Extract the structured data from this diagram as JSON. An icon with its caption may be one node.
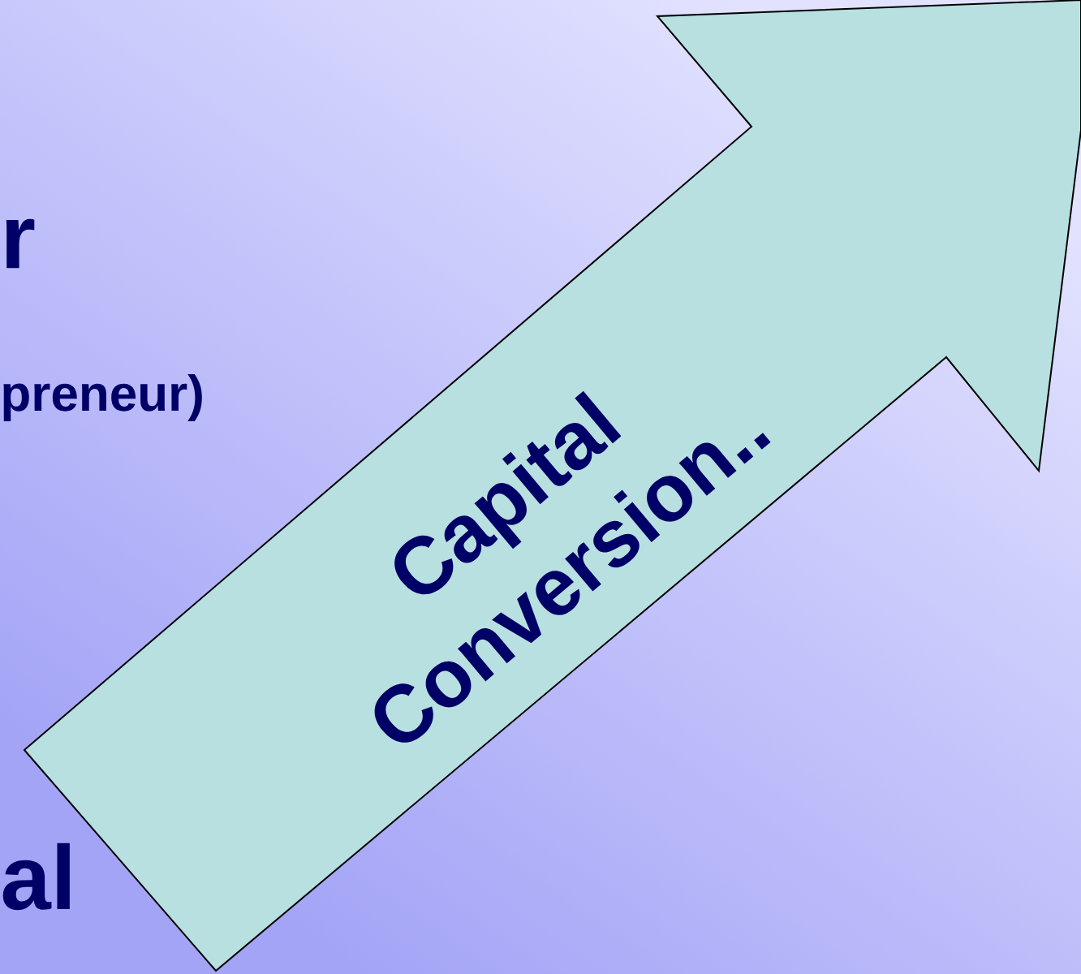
{
  "diagram": {
    "nodes": [
      {
        "text": [
          "Capital Conversion.."
        ]
      }
    ],
    "labels": [
      "r",
      "preneur)",
      "al"
    ]
  }
}
